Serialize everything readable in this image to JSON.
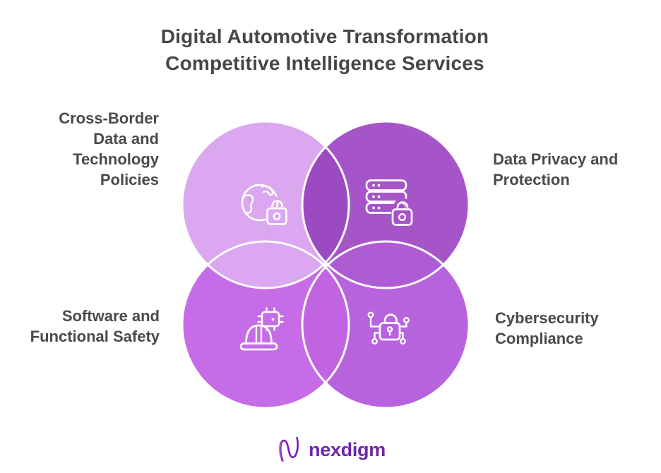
{
  "title": {
    "line1": "Digital Automotive Transformation",
    "line2": "Competitive Intelligence Services"
  },
  "labels": {
    "cross_border": {
      "lines": [
        "Cross-Border",
        "Data and",
        "Technology",
        "Policies"
      ]
    },
    "data_privacy": {
      "lines": [
        "Data Privacy and",
        "Protection"
      ]
    },
    "software_safety": {
      "lines": [
        "Software and",
        "Functional Safety"
      ]
    },
    "cybersecurity": {
      "lines": [
        "Cybersecurity",
        "Compliance"
      ]
    }
  },
  "venn": {
    "stroke_color": "#ffffff",
    "circles": {
      "top_left": {
        "topic": "Cross-Border Data and Technology Policies",
        "color": "#daa7f0",
        "icon": "globe-lock-icon"
      },
      "top_right": {
        "topic": "Data Privacy and Protection",
        "color": "#a655c9",
        "icon": "server-lock-icon"
      },
      "bottom_left": {
        "topic": "Software and Functional Safety",
        "color": "#c56ce6",
        "icon": "hardhat-chip-icon"
      },
      "bottom_right": {
        "topic": "Cybersecurity Compliance",
        "color": "#b763de",
        "icon": "lock-circuit-icon"
      }
    },
    "overlaps": {
      "top_color": "#9c4ac1",
      "right_color": "#ae5cd4",
      "bottom_color": "#c064e2"
    }
  },
  "footer": {
    "brand": "nexdigm"
  },
  "text_colors": {
    "title": "#464646",
    "labels": "#4a4a4a",
    "brand": "#6d28a9"
  }
}
